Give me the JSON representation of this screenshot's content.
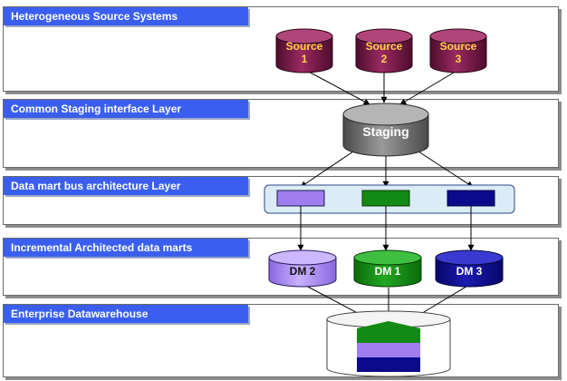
{
  "layers": {
    "source": "Heterogeneous Source Systems",
    "staging": "Common Staging interface Layer",
    "bus": "Data mart bus architecture Layer",
    "marts": "Incremental Architected data marts",
    "edw": "Enterprise Datawarehouse"
  },
  "sources": [
    {
      "line1": "Source",
      "line2": "1"
    },
    {
      "line1": "Source",
      "line2": "2"
    },
    {
      "line1": "Source",
      "line2": "3"
    }
  ],
  "staging": {
    "label": "Staging"
  },
  "data_marts": [
    {
      "label": "DM 2"
    },
    {
      "label": "DM 1"
    },
    {
      "label": "DM 3"
    }
  ],
  "colors": {
    "layer_tab": "#3a5ff0",
    "source_db": "#7a1a4a",
    "source_text": "#ffd24a",
    "staging_db": "#6e6e6e",
    "bus_panel": "#dcecf6",
    "dm2": "#a07ef0",
    "dm1": "#138a13",
    "dm3": "#0a0a8a"
  }
}
